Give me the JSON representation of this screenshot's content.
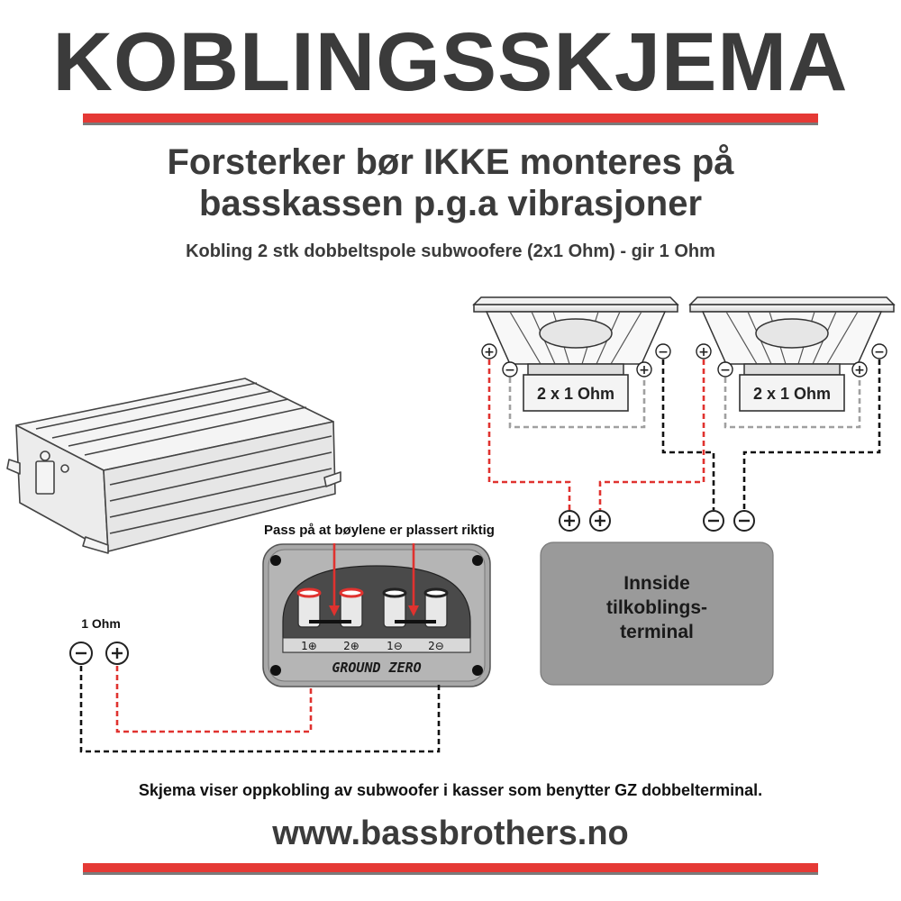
{
  "header": {
    "title": "KOBLINGSSKJEMA",
    "subtitle_line1": "Forsterker bør IKKE monteres på",
    "subtitle_line2": "basskassen p.g.a vibrasjoner",
    "description": "Kobling 2 stk dobbeltspole subwoofere (2x1 Ohm) - gir 1 Ohm"
  },
  "subwoofers": [
    {
      "label": "2 x 1 Ohm"
    },
    {
      "label": "2 x 1 Ohm"
    }
  ],
  "terminal_inside": {
    "line1": "Innside",
    "line2": "tilkoblings-",
    "line3": "terminal"
  },
  "gz_terminal": {
    "note": "Pass på at bøylene er plassert riktig",
    "brand": "GROUND ZERO",
    "post_labels": [
      "1⊕",
      "2⊕",
      "1⊖",
      "2⊖"
    ]
  },
  "amp_output": {
    "label": "1 Ohm"
  },
  "footer": {
    "note": "Skjema viser oppkobling av subwoofer i kasser som benytter GZ dobbelterminal.",
    "website": "www.bassbrothers.no"
  },
  "colors": {
    "accent_red": "#e53935",
    "wire_red": "#e0322f",
    "wire_black": "#111111",
    "wire_gray": "#a0a0a0",
    "terminal_gray": "#9a9a9a"
  }
}
